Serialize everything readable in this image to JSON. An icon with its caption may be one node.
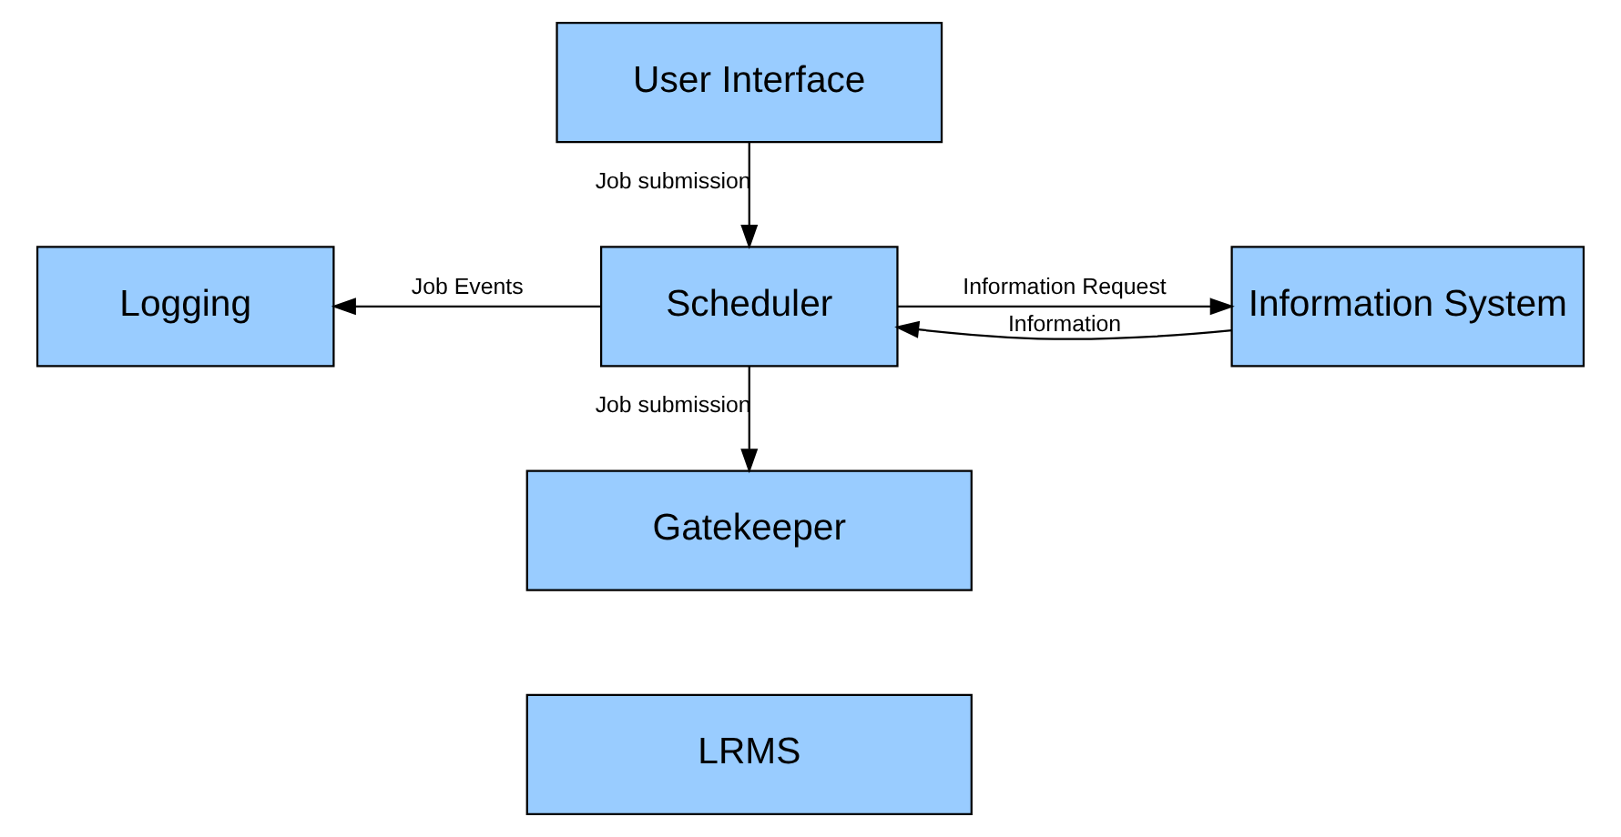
{
  "diagram": {
    "nodes": [
      {
        "text": [
          "User Interface"
        ]
      },
      {
        "text": [
          "Logging"
        ]
      },
      {
        "text": [
          "Scheduler"
        ]
      },
      {
        "text": [
          "Information System"
        ]
      },
      {
        "text": [
          "Gatekeeper"
        ]
      },
      {
        "text": [
          "LRMS"
        ]
      }
    ],
    "edges": [
      {
        "from": 0,
        "to": 2,
        "arrow": "to",
        "label": "Job submission"
      },
      {
        "from": 2,
        "to": 1,
        "arrow": "to",
        "label": "Job Events"
      },
      {
        "from": 2,
        "to": 3,
        "arrow": "to",
        "label": "Information Request"
      },
      {
        "from": 3,
        "to": 2,
        "arrow": "to",
        "label": "Information"
      },
      {
        "from": 2,
        "to": 4,
        "arrow": "to",
        "label": "Job submission"
      }
    ]
  }
}
